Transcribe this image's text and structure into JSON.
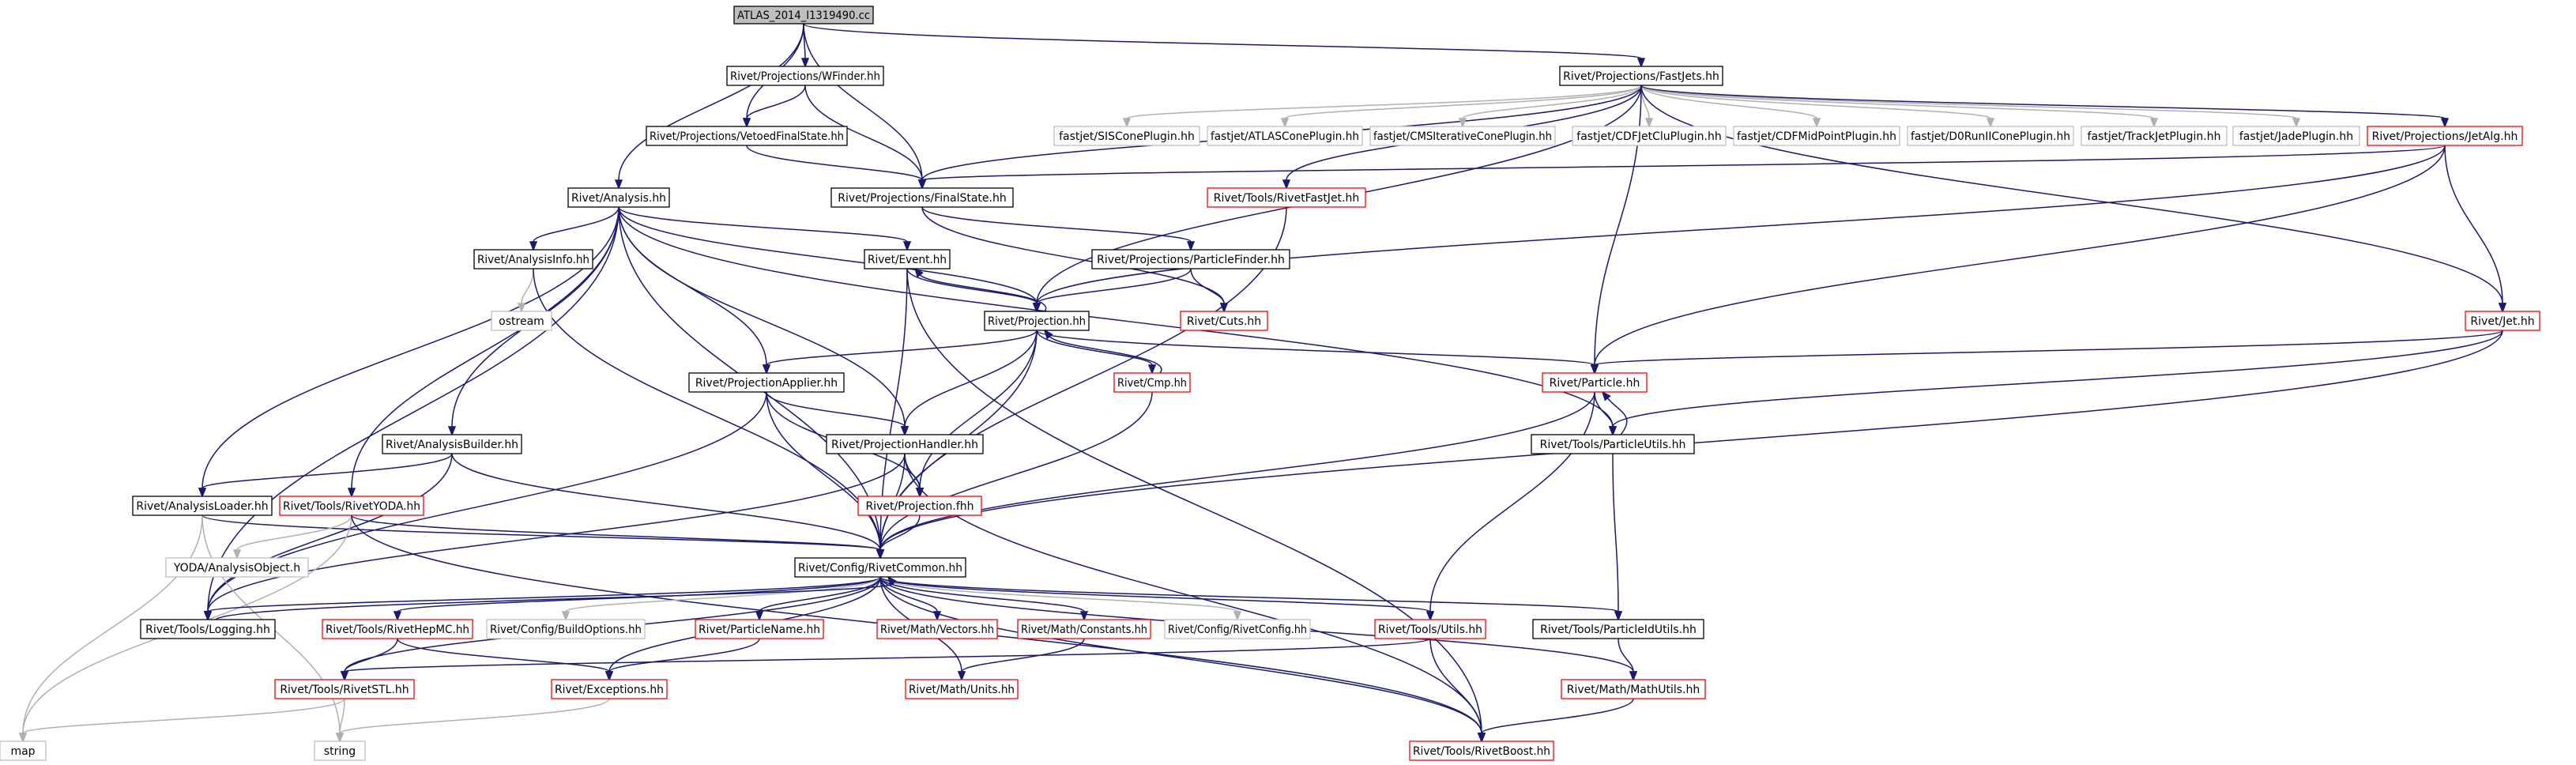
{
  "graph": {
    "title": "",
    "colors": {
      "edge": "#191970",
      "edge_external": "#b0b0b0",
      "border_normal": "#000000",
      "border_truncated": "#ff0000",
      "border_external": "#bfbfbf",
      "root_fill": "#bfbfbf",
      "node_fill": "#ffffff"
    },
    "nodes": [
      {
        "id": "root",
        "label": "ATLAS_2014_I1319490.cc",
        "kind": "root"
      },
      {
        "id": "wfinder",
        "label": "Rivet/Projections/WFinder.hh",
        "kind": "normal"
      },
      {
        "id": "fastjets",
        "label": "Rivet/Projections/FastJets.hh",
        "kind": "normal"
      },
      {
        "id": "vetoed",
        "label": "Rivet/Projections/VetoedFinalState.hh",
        "kind": "normal"
      },
      {
        "id": "analysis",
        "label": "Rivet/Analysis.hh",
        "kind": "normal"
      },
      {
        "id": "finalstate",
        "label": "Rivet/Projections/FinalState.hh",
        "kind": "normal"
      },
      {
        "id": "sis",
        "label": "fastjet/SISConePlugin.hh",
        "kind": "external"
      },
      {
        "id": "atlascone",
        "label": "fastjet/ATLASConePlugin.hh",
        "kind": "external"
      },
      {
        "id": "cmsit",
        "label": "fastjet/CMSIterativeConePlugin.hh",
        "kind": "external"
      },
      {
        "id": "cdfjetclu",
        "label": "fastjet/CDFJetCluPlugin.hh",
        "kind": "external"
      },
      {
        "id": "cdfmid",
        "label": "fastjet/CDFMidPointPlugin.hh",
        "kind": "external"
      },
      {
        "id": "d0run2",
        "label": "fastjet/D0RunIIConePlugin.hh",
        "kind": "external"
      },
      {
        "id": "trackjet",
        "label": "fastjet/TrackJetPlugin.hh",
        "kind": "external"
      },
      {
        "id": "jade",
        "label": "fastjet/JadePlugin.hh",
        "kind": "external"
      },
      {
        "id": "jetalg",
        "label": "Rivet/Projections/JetAlg.hh",
        "kind": "truncated"
      },
      {
        "id": "rivetfastjet",
        "label": "Rivet/Tools/RivetFastJet.hh",
        "kind": "truncated"
      },
      {
        "id": "analysisinfo",
        "label": "Rivet/AnalysisInfo.hh",
        "kind": "normal"
      },
      {
        "id": "event",
        "label": "Rivet/Event.hh",
        "kind": "normal"
      },
      {
        "id": "particlefinder",
        "label": "Rivet/Projections/ParticleFinder.hh",
        "kind": "normal"
      },
      {
        "id": "ostream",
        "label": "ostream",
        "kind": "external"
      },
      {
        "id": "projection",
        "label": "Rivet/Projection.hh",
        "kind": "normal"
      },
      {
        "id": "cuts",
        "label": "Rivet/Cuts.hh",
        "kind": "truncated"
      },
      {
        "id": "jet",
        "label": "Rivet/Jet.hh",
        "kind": "truncated"
      },
      {
        "id": "projapplier",
        "label": "Rivet/ProjectionApplier.hh",
        "kind": "normal"
      },
      {
        "id": "cmp",
        "label": "Rivet/Cmp.hh",
        "kind": "truncated"
      },
      {
        "id": "particle",
        "label": "Rivet/Particle.hh",
        "kind": "truncated"
      },
      {
        "id": "analysisbuilder",
        "label": "Rivet/AnalysisBuilder.hh",
        "kind": "normal"
      },
      {
        "id": "projhandler",
        "label": "Rivet/ProjectionHandler.hh",
        "kind": "normal"
      },
      {
        "id": "particleutils",
        "label": "Rivet/Tools/ParticleUtils.hh",
        "kind": "normal"
      },
      {
        "id": "analysisloader",
        "label": "Rivet/AnalysisLoader.hh",
        "kind": "normal"
      },
      {
        "id": "rivetyoda",
        "label": "Rivet/Tools/RivetYODA.hh",
        "kind": "truncated"
      },
      {
        "id": "projectionfhh",
        "label": "Rivet/Projection.fhh",
        "kind": "truncated"
      },
      {
        "id": "yodaao",
        "label": "YODA/AnalysisObject.h",
        "kind": "external"
      },
      {
        "id": "rivetcommon",
        "label": "Rivet/Config/RivetCommon.hh",
        "kind": "normal"
      },
      {
        "id": "logging",
        "label": "Rivet/Tools/Logging.hh",
        "kind": "normal"
      },
      {
        "id": "hepmc",
        "label": "Rivet/Tools/RivetHepMC.hh",
        "kind": "truncated"
      },
      {
        "id": "buildopts",
        "label": "Rivet/Config/BuildOptions.hh",
        "kind": "external"
      },
      {
        "id": "particlename",
        "label": "Rivet/ParticleName.hh",
        "kind": "truncated"
      },
      {
        "id": "vectors",
        "label": "Rivet/Math/Vectors.hh",
        "kind": "truncated"
      },
      {
        "id": "constants",
        "label": "Rivet/Math/Constants.hh",
        "kind": "truncated"
      },
      {
        "id": "rivetconfig",
        "label": "Rivet/Config/RivetConfig.hh",
        "kind": "external"
      },
      {
        "id": "utils",
        "label": "Rivet/Tools/Utils.hh",
        "kind": "truncated"
      },
      {
        "id": "pidutils",
        "label": "Rivet/Tools/ParticleIdUtils.hh",
        "kind": "normal"
      },
      {
        "id": "rivetstl",
        "label": "Rivet/Tools/RivetSTL.hh",
        "kind": "truncated"
      },
      {
        "id": "exceptions",
        "label": "Rivet/Exceptions.hh",
        "kind": "truncated"
      },
      {
        "id": "units",
        "label": "Rivet/Math/Units.hh",
        "kind": "truncated"
      },
      {
        "id": "mathutils",
        "label": "Rivet/Math/MathUtils.hh",
        "kind": "truncated"
      },
      {
        "id": "map",
        "label": "map",
        "kind": "external"
      },
      {
        "id": "string",
        "label": "string",
        "kind": "external"
      },
      {
        "id": "boost",
        "label": "Rivet/Tools/RivetBoost.hh",
        "kind": "truncated"
      }
    ],
    "edges": [
      [
        "root",
        "wfinder"
      ],
      [
        "root",
        "fastjets"
      ],
      [
        "root",
        "vetoed"
      ],
      [
        "root",
        "analysis"
      ],
      [
        "root",
        "finalstate"
      ],
      [
        "wfinder",
        "vetoed"
      ],
      [
        "wfinder",
        "finalstate"
      ],
      [
        "vetoed",
        "finalstate"
      ],
      [
        "fastjets",
        "finalstate"
      ],
      [
        "fastjets",
        "sis"
      ],
      [
        "fastjets",
        "atlascone"
      ],
      [
        "fastjets",
        "cmsit"
      ],
      [
        "fastjets",
        "cdfjetclu"
      ],
      [
        "fastjets",
        "cdfmid"
      ],
      [
        "fastjets",
        "d0run2"
      ],
      [
        "fastjets",
        "trackjet"
      ],
      [
        "fastjets",
        "jade"
      ],
      [
        "fastjets",
        "jetalg"
      ],
      [
        "fastjets",
        "rivetfastjet"
      ],
      [
        "fastjets",
        "projection"
      ],
      [
        "fastjets",
        "jet"
      ],
      [
        "fastjets",
        "particle"
      ],
      [
        "jetalg",
        "finalstate"
      ],
      [
        "jetalg",
        "projection"
      ],
      [
        "jetalg",
        "jet"
      ],
      [
        "jetalg",
        "particle"
      ],
      [
        "rivetfastjet",
        "rivetcommon"
      ],
      [
        "finalstate",
        "particlefinder"
      ],
      [
        "finalstate",
        "cuts"
      ],
      [
        "particlefinder",
        "projection"
      ],
      [
        "particlefinder",
        "cuts"
      ],
      [
        "analysis",
        "analysisinfo"
      ],
      [
        "analysis",
        "event"
      ],
      [
        "analysis",
        "projection"
      ],
      [
        "analysis",
        "projapplier"
      ],
      [
        "analysis",
        "analysisbuilder"
      ],
      [
        "analysis",
        "projhandler"
      ],
      [
        "analysis",
        "particleutils"
      ],
      [
        "analysis",
        "analysisloader"
      ],
      [
        "analysis",
        "rivetyoda"
      ],
      [
        "analysis",
        "rivetcommon"
      ],
      [
        "analysis",
        "logging"
      ],
      [
        "analysisinfo",
        "ostream"
      ],
      [
        "analysisinfo",
        "rivetcommon"
      ],
      [
        "event",
        "projection"
      ],
      [
        "event",
        "rivetcommon"
      ],
      [
        "event",
        "boost"
      ],
      [
        "projection",
        "event"
      ],
      [
        "projection",
        "projapplier"
      ],
      [
        "projection",
        "cmp"
      ],
      [
        "projection",
        "particle"
      ],
      [
        "projection",
        "projhandler"
      ],
      [
        "projection",
        "projectionfhh"
      ],
      [
        "projection",
        "rivetcommon"
      ],
      [
        "cmp",
        "projection"
      ],
      [
        "cmp",
        "rivetcommon"
      ],
      [
        "projapplier",
        "projhandler"
      ],
      [
        "projapplier",
        "projectionfhh"
      ],
      [
        "projapplier",
        "rivetcommon"
      ],
      [
        "projapplier",
        "logging"
      ],
      [
        "projhandler",
        "projectionfhh"
      ],
      [
        "projhandler",
        "rivetcommon"
      ],
      [
        "projhandler",
        "logging"
      ],
      [
        "projhandler",
        "boost"
      ],
      [
        "projectionfhh",
        "rivetcommon"
      ],
      [
        "jet",
        "particle"
      ],
      [
        "jet",
        "particleutils"
      ],
      [
        "jet",
        "rivetcommon"
      ],
      [
        "particle",
        "particleutils"
      ],
      [
        "particle",
        "rivetcommon"
      ],
      [
        "particle",
        "utils"
      ],
      [
        "particleutils",
        "particle"
      ],
      [
        "particleutils",
        "pidutils"
      ],
      [
        "analysisbuilder",
        "analysisloader"
      ],
      [
        "analysisbuilder",
        "rivetcommon"
      ],
      [
        "analysisbuilder",
        "logging"
      ],
      [
        "analysisloader",
        "rivetcommon"
      ],
      [
        "analysisloader",
        "map"
      ],
      [
        "analysisloader",
        "string"
      ],
      [
        "rivetyoda",
        "rivetcommon"
      ],
      [
        "rivetyoda",
        "yodaao"
      ],
      [
        "rivetyoda",
        "map"
      ],
      [
        "rivetyoda",
        "boost"
      ],
      [
        "rivetcommon",
        "logging"
      ],
      [
        "rivetcommon",
        "hepmc"
      ],
      [
        "rivetcommon",
        "buildopts"
      ],
      [
        "rivetcommon",
        "particlename"
      ],
      [
        "rivetcommon",
        "vectors"
      ],
      [
        "rivetcommon",
        "constants"
      ],
      [
        "rivetcommon",
        "rivetconfig"
      ],
      [
        "rivetcommon",
        "utils"
      ],
      [
        "rivetcommon",
        "pidutils"
      ],
      [
        "rivetcommon",
        "rivetstl"
      ],
      [
        "rivetcommon",
        "exceptions"
      ],
      [
        "rivetcommon",
        "units"
      ],
      [
        "rivetcommon",
        "mathutils"
      ],
      [
        "rivetcommon",
        "boost"
      ],
      [
        "logging",
        "rivetcommon"
      ],
      [
        "hepmc",
        "rivetstl"
      ],
      [
        "hepmc",
        "exceptions"
      ],
      [
        "particlename",
        "exceptions"
      ],
      [
        "constants",
        "units"
      ],
      [
        "utils",
        "rivetstl"
      ],
      [
        "utils",
        "boost"
      ],
      [
        "pidutils",
        "mathutils"
      ],
      [
        "mathutils",
        "boost"
      ],
      [
        "exceptions",
        "string"
      ],
      [
        "rivetstl",
        "map"
      ],
      [
        "rivetstl",
        "string"
      ]
    ]
  }
}
